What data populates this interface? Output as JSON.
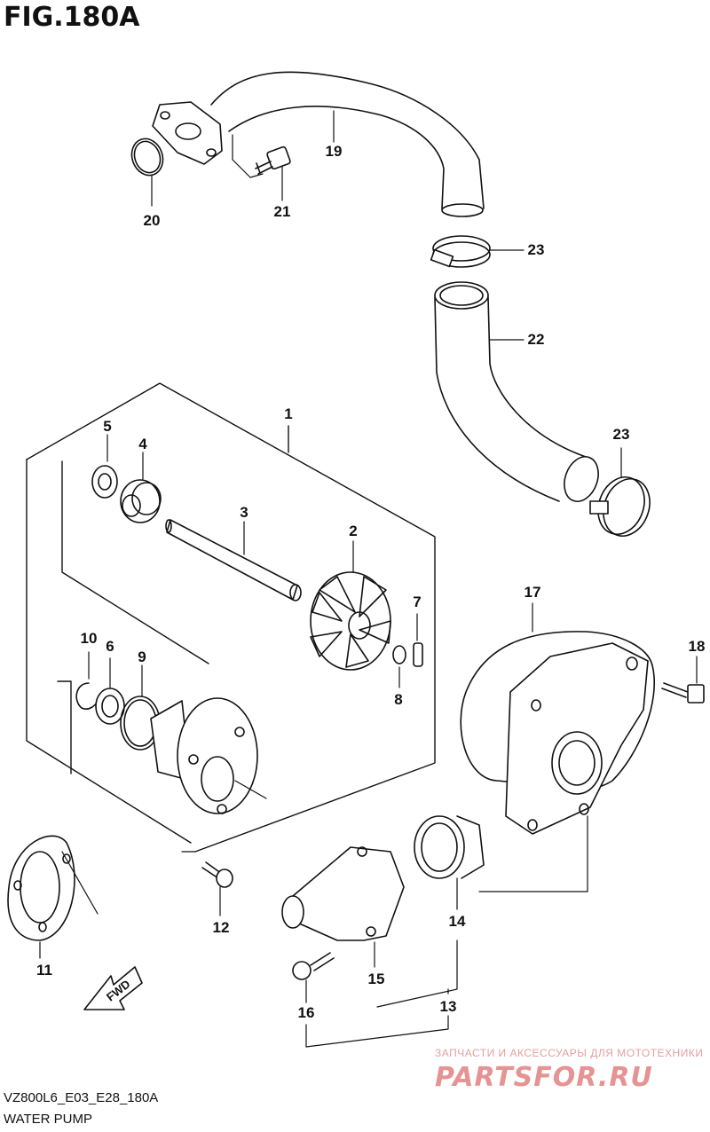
{
  "figure": {
    "title": "FIG.180A"
  },
  "callouts": {
    "c1": "1",
    "c2": "2",
    "c3": "3",
    "c4": "4",
    "c5": "5",
    "c6": "6",
    "c7": "7",
    "c8": "8",
    "c9": "9",
    "c10": "10",
    "c11": "11",
    "c12": "12",
    "c13": "13",
    "c14": "14",
    "c15": "15",
    "c16": "16",
    "c17": "17",
    "c18": "18",
    "c19": "19",
    "c20": "20",
    "c21": "21",
    "c22": "22",
    "c23a": "23",
    "c23b": "23"
  },
  "fwd_arrow": {
    "label": "FWD"
  },
  "footer": {
    "code": "VZ800L6_E03_E28_180A",
    "name": "WATER PUMP"
  },
  "watermark": {
    "line": "ЗАПЧАСТИ И АКСЕССУАРЫ ДЛЯ МОТОТЕХНИКИ",
    "brand": "PARTSFOR.RU",
    "color": "#e08080"
  }
}
